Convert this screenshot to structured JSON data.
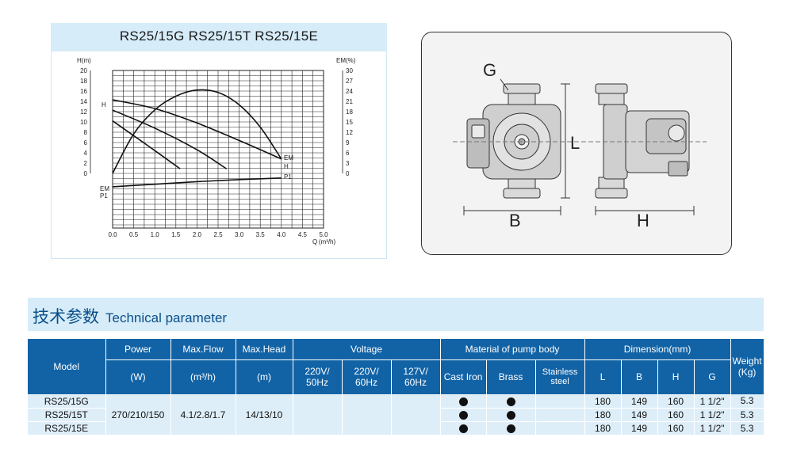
{
  "chart": {
    "title": "RS25/15G RS25/15T RS25/15E",
    "left_axis_label": "H(m)",
    "right_axis_label": "EM(%)",
    "x_axis_label": "Q (m³/h)",
    "left_axis_curve_labels": [
      "H",
      "EM",
      "P1"
    ],
    "right_curve_labels": [
      "EM",
      "H",
      "P1"
    ]
  },
  "chart_data": {
    "type": "line",
    "title": "RS25/15G RS25/15T RS25/15E",
    "xlabel": "Q (m³/h)",
    "ylabel": "H(m)",
    "ylabel_right": "EM(%)",
    "xlim": [
      0,
      5
    ],
    "ylim": [
      0,
      20
    ],
    "ylim_right": [
      0,
      30
    ],
    "x_ticks": [
      "0.0",
      "0.5",
      "1.0",
      "1.5",
      "2.0",
      "2.5",
      "3.0",
      "3.5",
      "4.0",
      "4.5",
      "5.0"
    ],
    "y_ticks": [
      "0",
      "2",
      "4",
      "6",
      "8",
      "10",
      "12",
      "14",
      "16",
      "18",
      "20"
    ],
    "y_ticks_right": [
      "0",
      "3",
      "6",
      "9",
      "12",
      "15",
      "18",
      "21",
      "24",
      "27",
      "30"
    ],
    "grid": true,
    "series": [
      {
        "name": "H",
        "x": [
          0,
          1.0,
          2.0,
          3.0,
          4.0
        ],
        "y": [
          14.3,
          12.6,
          9.8,
          6.4,
          2.8
        ]
      },
      {
        "name": "H",
        "x": [
          0,
          1.0,
          2.0,
          2.7
        ],
        "y": [
          12.3,
          8.8,
          4.6,
          0.9
        ]
      },
      {
        "name": "H",
        "x": [
          0,
          0.8,
          1.6
        ],
        "y": [
          10.2,
          5.6,
          0.9
        ]
      },
      {
        "name": "EM",
        "x": [
          0,
          0.5,
          1.0,
          1.5,
          2.0,
          2.5,
          3.0,
          3.5,
          4.0
        ],
        "y": [
          0,
          11.5,
          18.5,
          22.5,
          24.3,
          23.6,
          20.0,
          13.5,
          4.2
        ]
      },
      {
        "name": "P1",
        "x": [
          0,
          1.0,
          2.0,
          3.0,
          4.0
        ],
        "y": [
          -2.6,
          -2.1,
          -1.6,
          -1.2,
          -0.9
        ]
      }
    ]
  },
  "drawing": {
    "labels": {
      "g": "G",
      "l": "L",
      "b": "B",
      "h": "H"
    }
  },
  "section": {
    "title_cn": "技术参数",
    "title_en": "Technical parameter"
  },
  "table": {
    "headers": {
      "model": "Model",
      "power": "Power",
      "power_unit": "(W)",
      "flow": "Max.Flow",
      "flow_unit": "(m³/h)",
      "head": "Max.Head",
      "head_unit": "(m)",
      "voltage": "Voltage",
      "v1": "220V/ 50Hz",
      "v2": "220V/ 60Hz",
      "v3": "127V/ 60Hz",
      "material": "Material of pump body",
      "m1": "Cast Iron",
      "m2": "Brass",
      "m3": "Stainless steel",
      "dimension": "Dimension(mm)",
      "d_l": "L",
      "d_b": "B",
      "d_h": "H",
      "d_g": "G",
      "weight": "Weight (Kg)"
    },
    "shared": {
      "power": "270/210/150",
      "flow": "4.1/2.8/1.7",
      "head": "14/13/10"
    },
    "rows": [
      {
        "model": "RS25/15G",
        "cast_iron": true,
        "brass": true,
        "stainless": false,
        "l": "180",
        "b": "149",
        "h": "160",
        "g": "1 1/2\"",
        "weight": "5.3"
      },
      {
        "model": "RS25/15T",
        "cast_iron": true,
        "brass": true,
        "stainless": false,
        "l": "180",
        "b": "149",
        "h": "160",
        "g": "1 1/2\"",
        "weight": "5.3"
      },
      {
        "model": "RS25/15E",
        "cast_iron": true,
        "brass": true,
        "stainless": false,
        "l": "180",
        "b": "149",
        "h": "160",
        "g": "1 1/2\"",
        "weight": "5.3"
      }
    ],
    "colors": {
      "header_bg": "#1263a6",
      "body_bg": "#deeef9",
      "section_bg": "#d6ecf8"
    }
  }
}
